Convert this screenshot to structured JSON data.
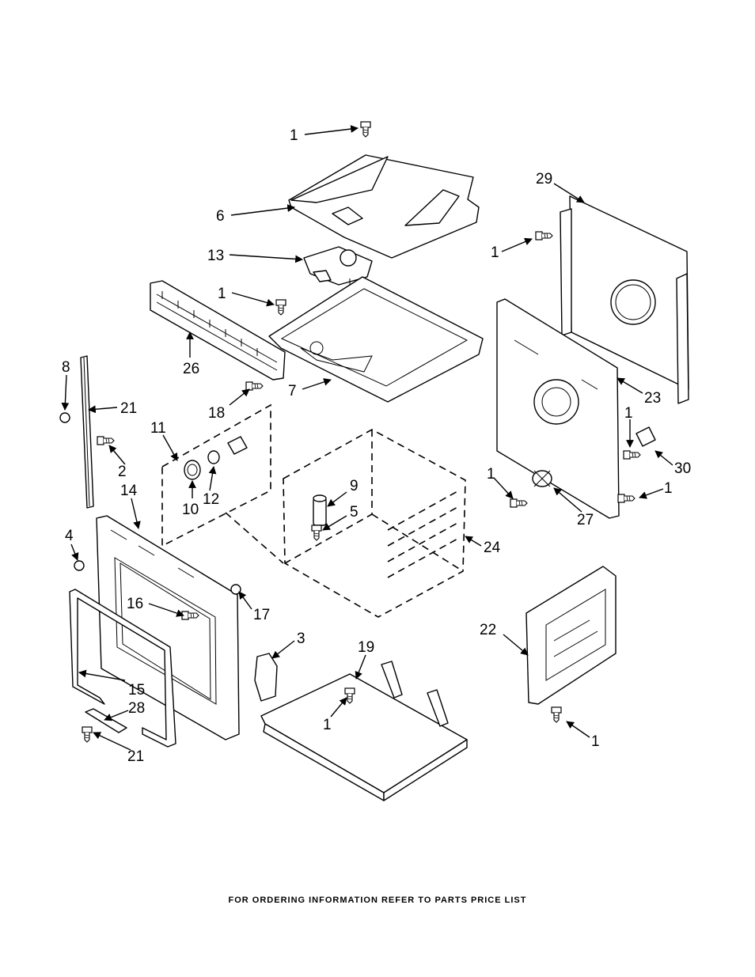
{
  "footer": "FOR ORDERING INFORMATION REFER TO PARTS PRICE LIST",
  "callouts": [
    {
      "id": "c1",
      "label": "1"
    },
    {
      "id": "c2",
      "label": "6"
    },
    {
      "id": "c3",
      "label": "13"
    },
    {
      "id": "c4",
      "label": "1"
    },
    {
      "id": "c5",
      "label": "26"
    },
    {
      "id": "c6",
      "label": "7"
    },
    {
      "id": "c7",
      "label": "18"
    },
    {
      "id": "c8",
      "label": "8"
    },
    {
      "id": "c9",
      "label": "21"
    },
    {
      "id": "c10",
      "label": "2"
    },
    {
      "id": "c11",
      "label": "11"
    },
    {
      "id": "c12",
      "label": "10"
    },
    {
      "id": "c13",
      "label": "12"
    },
    {
      "id": "c14",
      "label": "14"
    },
    {
      "id": "c15",
      "label": "4"
    },
    {
      "id": "c16",
      "label": "9"
    },
    {
      "id": "c17",
      "label": "5"
    },
    {
      "id": "c18",
      "label": "24"
    },
    {
      "id": "c19",
      "label": "16"
    },
    {
      "id": "c20",
      "label": "17"
    },
    {
      "id": "c21",
      "label": "3"
    },
    {
      "id": "c22",
      "label": "15"
    },
    {
      "id": "c23",
      "label": "28"
    },
    {
      "id": "c24",
      "label": "21"
    },
    {
      "id": "c25",
      "label": "19"
    },
    {
      "id": "c26",
      "label": "1"
    },
    {
      "id": "c27",
      "label": "29"
    },
    {
      "id": "c28",
      "label": "1"
    },
    {
      "id": "c29",
      "label": "23"
    },
    {
      "id": "c30",
      "label": "1"
    },
    {
      "id": "c31",
      "label": "30"
    },
    {
      "id": "c32",
      "label": "1"
    },
    {
      "id": "c33",
      "label": "27"
    },
    {
      "id": "c34",
      "label": "1"
    },
    {
      "id": "c35",
      "label": "22"
    },
    {
      "id": "c36",
      "label": "1"
    }
  ]
}
